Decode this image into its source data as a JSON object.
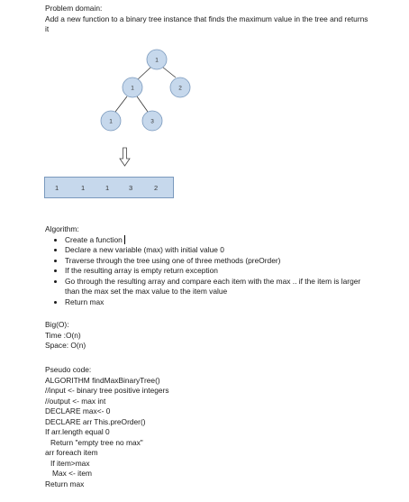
{
  "problem": {
    "heading": "Problem domain:",
    "description": "Add a new function to a binary tree instance that finds the maximum value in the tree and returns it"
  },
  "tree": {
    "nodes": [
      {
        "label": "1"
      },
      {
        "label": "1"
      },
      {
        "label": "2"
      },
      {
        "label": "1"
      },
      {
        "label": "3"
      }
    ]
  },
  "array": [
    "1",
    "1",
    "1",
    "3",
    "2"
  ],
  "algorithm": {
    "heading": "Algorithm:",
    "steps": [
      "Create a function",
      "Declare a new variable (max) with initial value 0",
      "Traverse through the tree using one of three methods (preOrder)",
      "If the resulting array is empty return exception",
      "Go through the resulting array and compare each item with the max .. if the item is larger than the max set the max value to the item value",
      "Return max"
    ]
  },
  "bigo": {
    "heading": "Big(O):",
    "time": "Time :O(n)",
    "space": "Space: O(n)"
  },
  "pseudo": {
    "heading": "Pseudo code:",
    "lines": [
      "ALGORITHM findMaxBinaryTree()",
      "//input <- binary tree positive integers",
      "//output <- max int",
      "DECLARE max<- 0",
      "DECLARE arr This.preOrder()",
      "If arr.length equal 0",
      "Return \"empty tree no max\"",
      "arr foreach item",
      "If item>max",
      "Max <- item",
      "Return max"
    ]
  },
  "colors": {
    "node_fill": "#c6d8ec",
    "node_stroke": "#7a99bd",
    "edge": "#333333"
  }
}
